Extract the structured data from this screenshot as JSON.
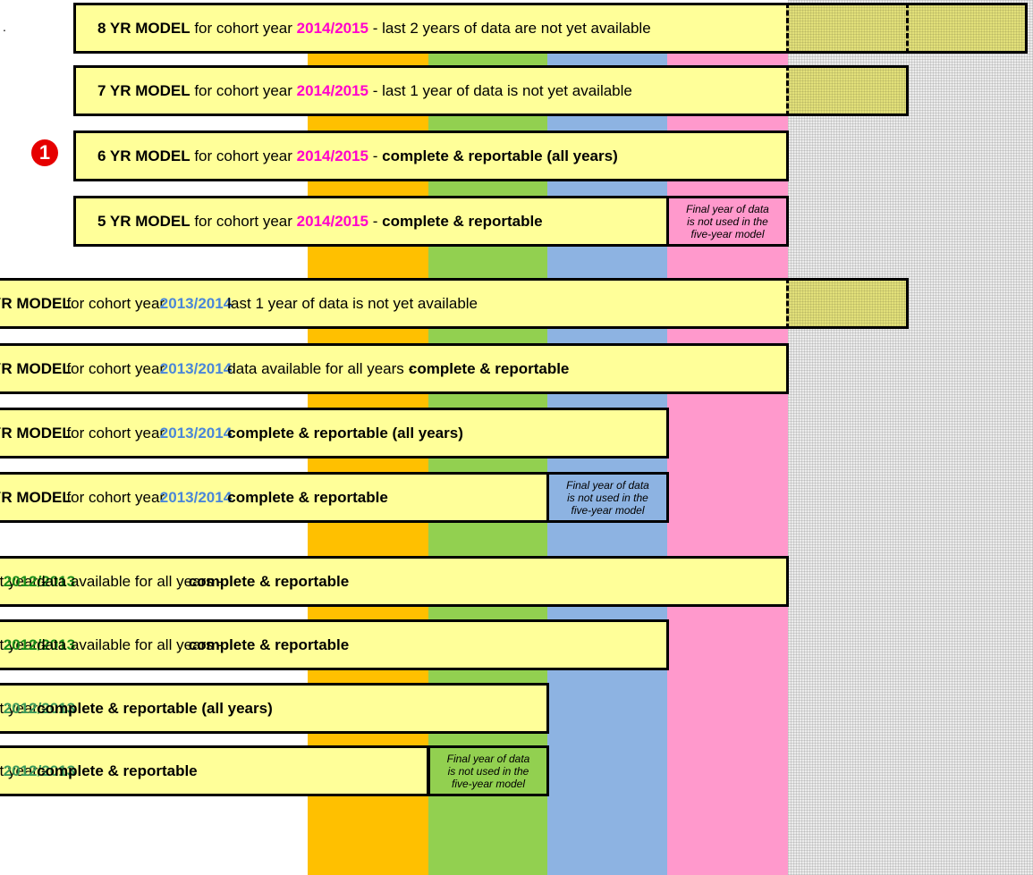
{
  "colors": {
    "col_year1": "#ffc000",
    "col_year2": "#92d050",
    "col_year3": "#8db3e2",
    "col_year4": "#ff99cc",
    "bar_fill": "#ffff99",
    "year_2014_2015": "#ff00cc",
    "year_2013_2014": "#4a86d8",
    "year_2012_2013": "#1a8c1a",
    "year_2012_2013_alt": "#3c9a5a"
  },
  "marker": {
    "glyph": "❶"
  },
  "period_mark": ".",
  "rows": [
    {
      "model": "8 YR MODEL",
      "mid": " for cohort year ",
      "year": "2014/2015",
      "sep": " - ",
      "tail": "last 2 years of data are not yet available",
      "tail_bold": ""
    },
    {
      "model": "7 YR MODEL",
      "mid": " for cohort year ",
      "year": "2014/2015",
      "sep": " - ",
      "tail": "last 1 year of data is not yet available",
      "tail_bold": ""
    },
    {
      "model": "6 YR MODEL",
      "mid": " for cohort year ",
      "year": "2014/2015",
      "sep": " - ",
      "tail": "",
      "tail_bold": "complete & reportable (all years)"
    },
    {
      "model": "5 YR MODEL",
      "mid": " for cohort year ",
      "year": "2014/2015",
      "sep": " - ",
      "tail": "",
      "tail_bold": "complete & reportable"
    },
    {
      "model": "YR MODEL",
      "mid": " for cohort year ",
      "year": "2013/2014",
      "sep": " - ",
      "tail": "last 1 year of data is not yet available",
      "tail_bold": ""
    },
    {
      "model": "YR MODEL",
      "mid": " for cohort year ",
      "year": "2013/2014",
      "sep": " - ",
      "tail": "data available for all years - ",
      "tail_bold": "complete & reportable"
    },
    {
      "model": "YR MODEL",
      "mid": " for cohort year ",
      "year": "2013/2014",
      "sep": " - ",
      "tail": "",
      "tail_bold": "complete & reportable (all years)"
    },
    {
      "model": "YR MODEL",
      "mid": " for cohort year ",
      "year": "2013/2014",
      "sep": " - ",
      "tail": "",
      "tail_bold": "complete & reportable"
    },
    {
      "model": "",
      "mid": "cohort year ",
      "year": "2012/2013",
      "sep": " - ",
      "tail": "data available for all years - ",
      "tail_bold": "complete & reportable"
    },
    {
      "model": "",
      "mid": "cohort year ",
      "year": "2012/2013",
      "sep": " - ",
      "tail": "data available for all years - ",
      "tail_bold": "complete & reportable"
    },
    {
      "model": "",
      "mid": "cohort year ",
      "year": "2012/2013",
      "sep": " - ",
      "tail": "",
      "tail_bold": "complete & reportable (all years)"
    },
    {
      "model": "",
      "mid": "cohort year ",
      "year": "2012/2013",
      "sep": " - ",
      "tail": "",
      "tail_bold": "complete & reportable"
    }
  ],
  "notes": [
    {
      "line1": "Final year of data",
      "line2": "is not used in the",
      "line3": "five-year model"
    },
    {
      "line1": "Final year of data",
      "line2": "is not used in the",
      "line3": "five-year model"
    },
    {
      "line1": "Final year of data",
      "line2": "is not used in the",
      "line3": "five-year model"
    }
  ]
}
